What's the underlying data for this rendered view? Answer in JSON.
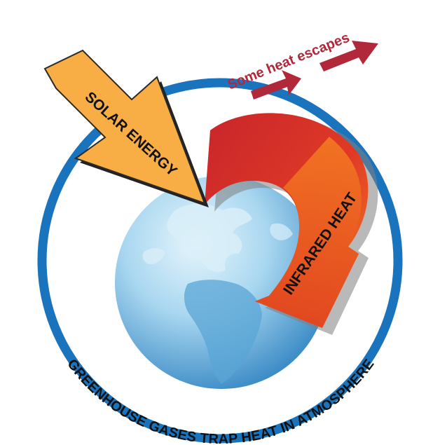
{
  "labels": {
    "solar_energy": "SOLAR ENERGY",
    "infrared_heat": "INFRARED HEAT",
    "some_heat_escapes": "Some heat escapes",
    "ring_caption": "GREENHOUSE GASES TRAP HEAT IN ATMOSPHERE"
  },
  "colors": {
    "ring": "#1a73bd",
    "solar_arrow": "#f9ad45",
    "curved_arrow_dark": "#c8252b",
    "curved_arrow_light": "#f26522",
    "escape_arrow": "#b0283a",
    "globe_light": "#cfeaf7",
    "globe_dark": "#3a8fc9"
  },
  "icons": {
    "globe": "earth-globe-icon",
    "solar_arrow": "solar-energy-arrow",
    "infrared_arrow": "infrared-heat-arrow",
    "escape_arrows": "heat-escape-arrows"
  }
}
